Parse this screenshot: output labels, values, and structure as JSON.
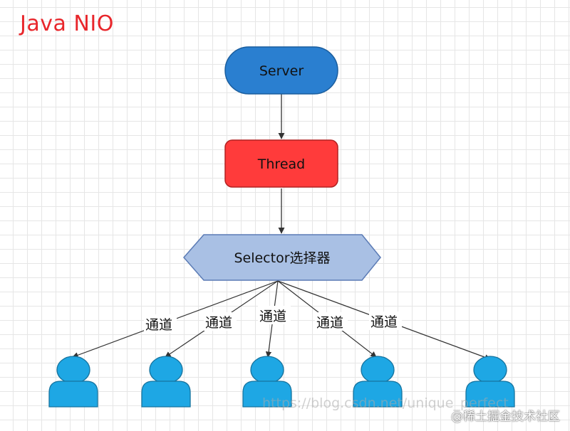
{
  "title": "Java NIO",
  "colors": {
    "title": "#e8262b",
    "server": "#2a7fd0",
    "thread": "#ff3b3b",
    "selector": "#a9c0e4",
    "client": "#1ea7e4",
    "stroke": "#333333"
  },
  "nodes": {
    "server": "Server",
    "thread": "Thread",
    "selector": "Selector选择器"
  },
  "edge_labels": [
    "通道",
    "通道",
    "通道",
    "通道",
    "通道"
  ],
  "clients": [
    "user-icon",
    "user-icon",
    "user-icon",
    "user-icon",
    "user-icon"
  ],
  "watermark": "https://blog.csdn.net/unique_perfect",
  "badge": "@稀土掘金技术社区"
}
